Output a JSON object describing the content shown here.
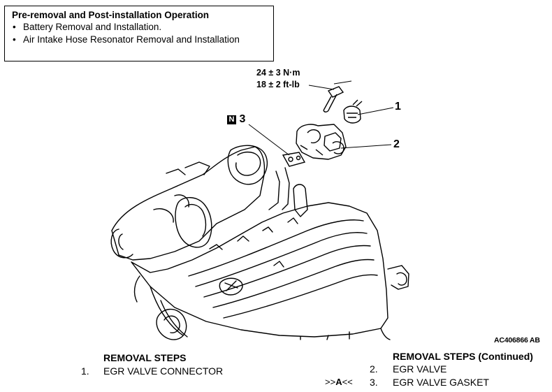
{
  "pre_box": {
    "title": "Pre-removal and Post-installation Operation",
    "items": [
      "Battery Removal and Installation.",
      "Air Intake Hose Resonator Removal and Installation"
    ]
  },
  "torque": {
    "metric": "24 ± 3 N·m",
    "imperial": "18 ± 2 ft-lb"
  },
  "callouts": {
    "c1": "1",
    "c2": "2",
    "c3_prefix": "N",
    "c3": "3"
  },
  "figure_id": "AC406866 AB",
  "removal_left": {
    "title": "REMOVAL STEPS",
    "steps": [
      {
        "num": "1.",
        "label": "EGR VALVE CONNECTOR"
      }
    ]
  },
  "removal_right": {
    "title": "REMOVAL STEPS (Continued)",
    "steps": [
      {
        "marker": "",
        "num": "2.",
        "label": "EGR VALVE"
      },
      {
        "marker_pre": ">>",
        "marker_letter": "A",
        "marker_post": "<<",
        "num": "3.",
        "label": "EGR VALVE GASKET"
      }
    ]
  }
}
